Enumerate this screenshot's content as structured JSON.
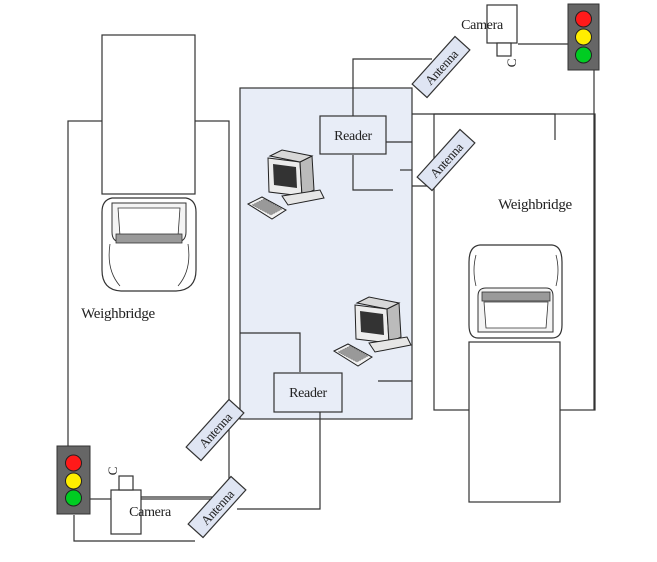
{
  "diagram": {
    "labels": {
      "weighbridge_left": "Weighbridge",
      "weighbridge_right": "Weighbridge",
      "reader_top": "Reader",
      "reader_bottom": "Reader",
      "camera_top": "Camera",
      "camera_bottom": "Camera",
      "camera_top_c": "C",
      "camera_bottom_c": "C",
      "antenna_1": "Antenna",
      "antenna_2": "Antenna",
      "antenna_3": "Antenna",
      "antenna_4": "Antenna"
    },
    "colors": {
      "control_room_fill": "#e8edf7",
      "antenna_fill": "#dfe5f3",
      "light_red": "#ff1a1a",
      "light_yellow": "#ffee00",
      "light_green": "#00cc22",
      "signal_housing": "#666666"
    },
    "icons": [
      "computer-icon",
      "computer-icon",
      "traffic-light-icon",
      "traffic-light-icon",
      "truck-icon",
      "truck-icon",
      "camera-icon",
      "camera-icon"
    ]
  }
}
